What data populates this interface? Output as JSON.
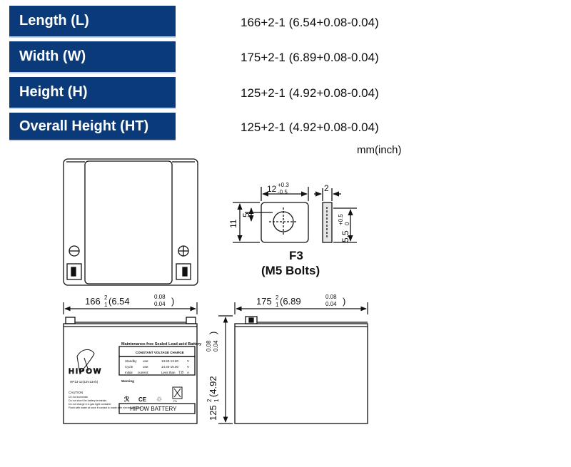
{
  "specs": [
    {
      "label": "Length (L)",
      "value": "166+2-1 (6.54+0.08-0.04)"
    },
    {
      "label": "Width (W)",
      "value": "175+2-1 (6.89+0.08-0.04)"
    },
    {
      "label": "Height (H)",
      "value": "125+2-1 (4.92+0.08-0.04)"
    },
    {
      "label": "Overall Height (HT)",
      "value": "125+2-1 (4.92+0.08-0.04)"
    }
  ],
  "units": "mm(inch)",
  "terminal": {
    "title": "F3",
    "subtitle": "(M5 Bolts)",
    "dim_width": "12",
    "dim_width_tol_plus": "+0.3",
    "dim_width_tol_minus": "-0.5",
    "dim_thickness": "2",
    "dim_height": "11",
    "dim_hole": "5",
    "dim_depth": "5.5",
    "dim_depth_tol_plus": "+0.5",
    "dim_depth_tol_minus": "0"
  },
  "drawing": {
    "length_dim": "166",
    "length_tol_sup": "2",
    "length_tol_sub": "1",
    "length_inch": "(6.54",
    "length_inch_sup": "0.08",
    "length_inch_sub": "0.04",
    "length_close": ")",
    "width_dim": "175",
    "width_tol_sup": "2",
    "width_tol_sub": "1",
    "width_inch": "(6.89",
    "width_inch_sup": "0.08",
    "width_inch_sub": "0.04",
    "width_close": ")",
    "height_dim": "125",
    "height_tol_sup": "2",
    "height_tol_sub": "1",
    "height_inch": "(4.92",
    "height_inch_sup": "0.08",
    "height_inch_sub": "0.04",
    "height_close": ")"
  },
  "battery_label": {
    "title": "Maintenance-free Sealed Lead-acid Battery",
    "charge_header": "CONSTANT VOLTAGE CHARGE",
    "row1_name": "Standby",
    "row1_use": "use:",
    "row1_val": "13.50-13.80",
    "row1_unit": "V",
    "row2_name": "Cycle",
    "row2_use": "use:",
    "row2_val": "14.40-15.00",
    "row2_unit": "V",
    "row3_name": "Initial",
    "row3_use": "current:",
    "row3_val": "Less than",
    "row3_amp": "7.8",
    "row3_unit": "A",
    "warning": "Warning",
    "brand_logo": "HIPOW",
    "model": "HP13-12(12V13Ah)",
    "caution": "CAUTION",
    "caution_lines": [
      "Do not incinerate",
      "Do not short the battery terminals",
      "Do not charge in a gas tight container",
      "Flush with water at once if contact is made with electrolyte(Acid)"
    ],
    "brand": "HIPOW BATTERY",
    "pb": "Pb"
  }
}
